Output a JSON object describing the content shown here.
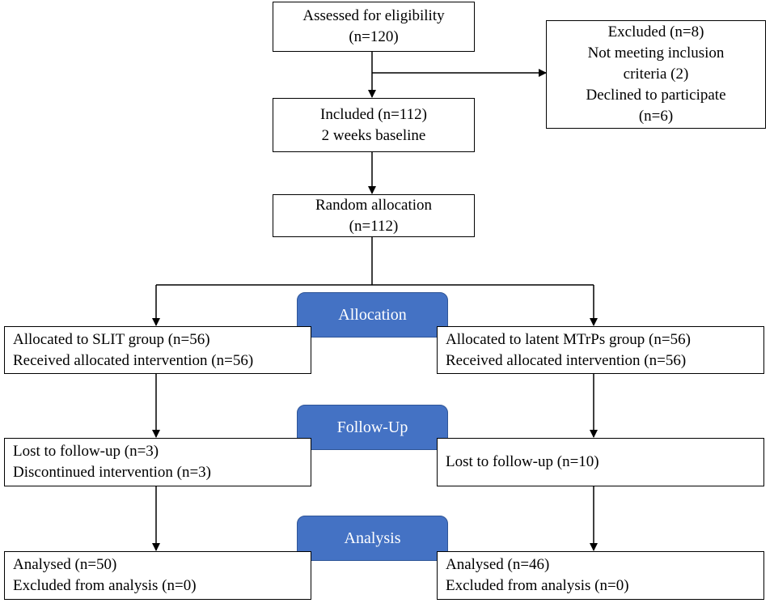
{
  "assessed": {
    "lines": [
      "Assessed for eligibility",
      "(n=120)"
    ]
  },
  "excluded": {
    "lines": [
      "Excluded (n=8)",
      "Not meeting inclusion",
      "criteria (2)",
      "Declined to participate",
      "(n=6)"
    ]
  },
  "included": {
    "lines": [
      "Included (n=112)",
      "2 weeks baseline"
    ]
  },
  "random": {
    "lines": [
      "Random allocation",
      "(n=112)"
    ]
  },
  "stages": {
    "allocation": "Allocation",
    "followup": "Follow-Up",
    "analysis": "Analysis"
  },
  "left": {
    "allocated": [
      "Allocated to SLIT group (n=56)",
      "Received allocated intervention  (n=56)"
    ],
    "followup": [
      "Lost to follow-up  (n=3)",
      "Discontinued intervention  (n=3)"
    ],
    "analysis": [
      "Analysed (n=50)",
      "Excluded from analysis  (n=0)"
    ]
  },
  "right": {
    "allocated": [
      "Allocated to latent MTrPs group (n=56)",
      "Received allocated intervention  (n=56)"
    ],
    "followup": [
      "Lost to follow-up  (n=10)"
    ],
    "analysis": [
      "Analysed (n=46)",
      "Excluded from analysis  (n=0)"
    ]
  },
  "colors": {
    "stage_fill": "#4472c4",
    "stage_border": "#2f5597",
    "stage_text": "#ffffff"
  }
}
